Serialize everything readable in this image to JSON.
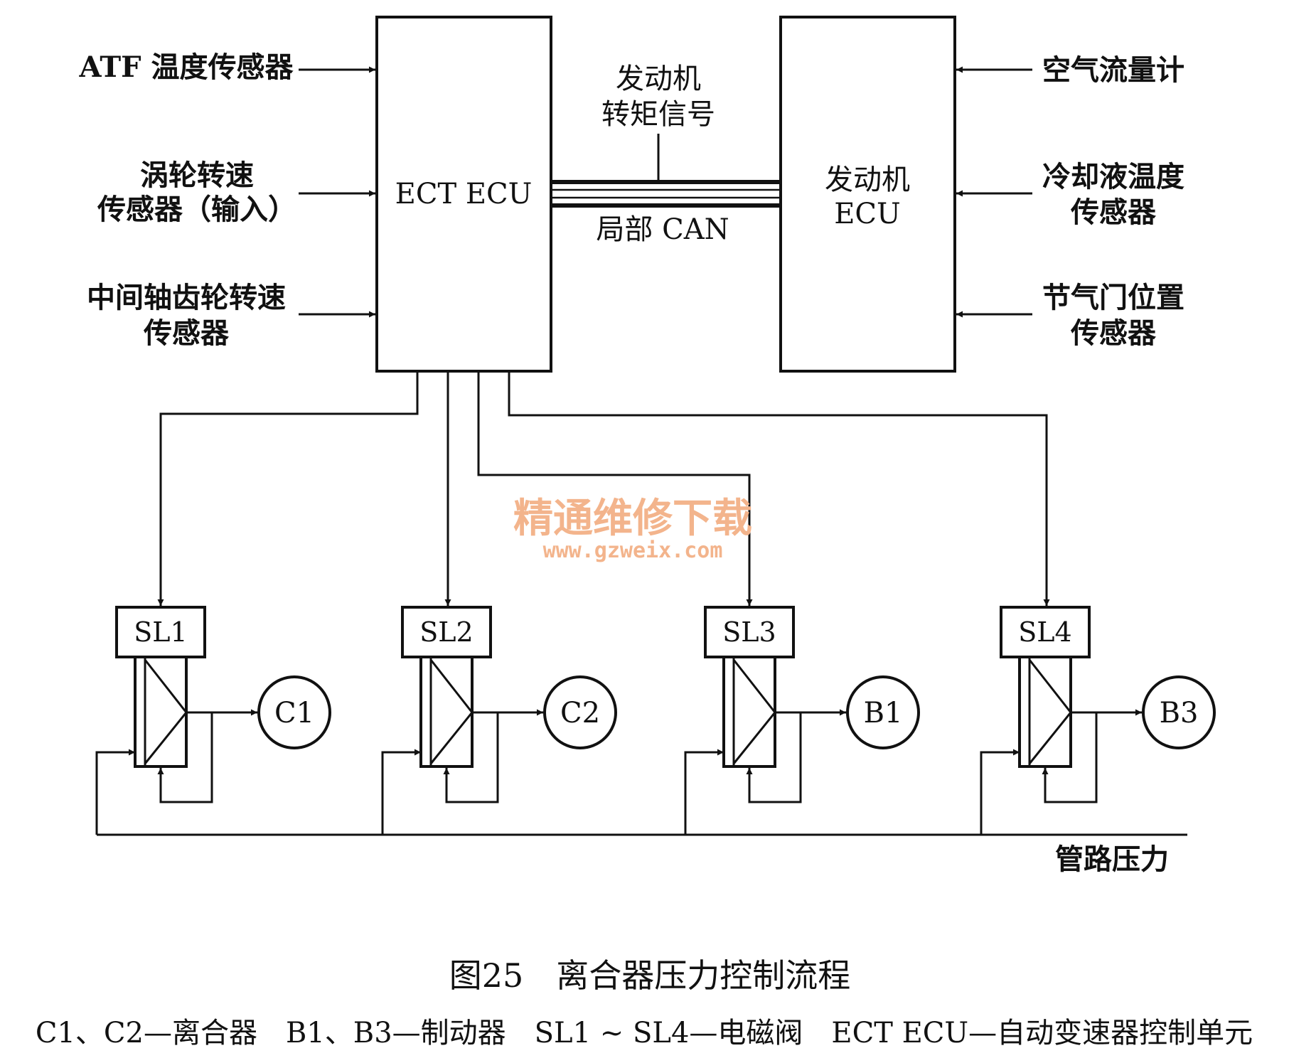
{
  "inputs_left": {
    "atf": [
      "ATF 温度传感器"
    ],
    "turbine": [
      "涡轮转速",
      "传感器（输入）"
    ],
    "counter": [
      "中间轴齿轮转速",
      "传感器"
    ]
  },
  "inputs_right": {
    "air": [
      "空气流量计"
    ],
    "coolant": [
      "冷却液温度",
      "传感器"
    ],
    "throttle": [
      "节气门位置",
      "传感器"
    ]
  },
  "ect_ecu": "ECT ECU",
  "engine_ecu": [
    "发动机",
    "ECU"
  ],
  "link": {
    "torque": [
      "发动机",
      "转矩信号"
    ],
    "can": "局部 CAN"
  },
  "valves": [
    "SL1",
    "SL2",
    "SL3",
    "SL4"
  ],
  "actuators": [
    "C1",
    "C2",
    "B1",
    "B3"
  ],
  "line_pressure": "管路压力",
  "watermark": [
    "精通维修下载",
    "www.gzweix.com"
  ],
  "caption": "图25　离合器压力控制流程",
  "legend": "C1、C2—离合器　B1、B3—制动器　SL1 ~ SL4—电磁阀　ECT ECU—自动变速器控制单元"
}
